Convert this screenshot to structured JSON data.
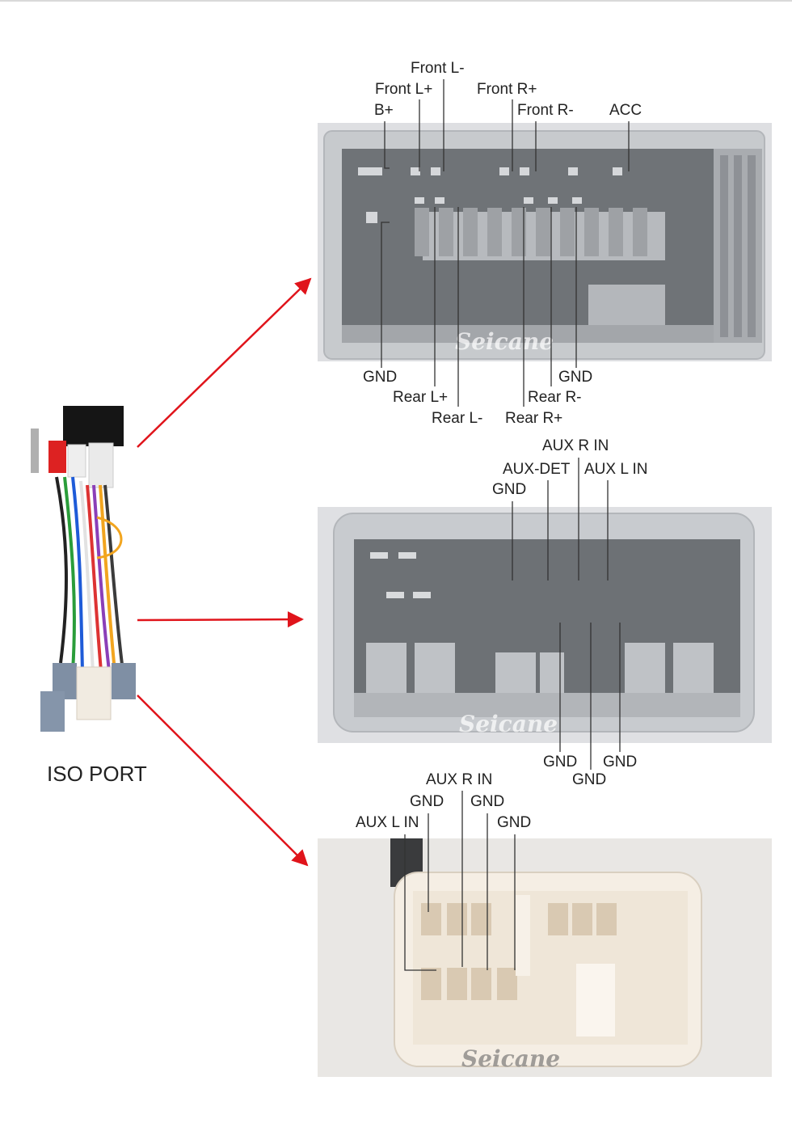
{
  "brand": {
    "watermark": "Seicane"
  },
  "iso_port": {
    "label": "ISO PORT"
  },
  "connector_1": {
    "top_labels": [
      "Front L-",
      "Front L+",
      "Front R+",
      "B+",
      "Front R-",
      "ACC"
    ],
    "bottom_labels": [
      "GND",
      "GND",
      "Rear L+",
      "Rear R-",
      "Rear L-",
      "Rear R+"
    ]
  },
  "connector_2": {
    "top_labels": [
      "AUX R IN",
      "AUX-DET",
      "AUX L IN",
      "GND"
    ],
    "bottom_labels": [
      "GND",
      "GND",
      "GND"
    ]
  },
  "connector_3": {
    "top_labels": [
      "AUX R IN",
      "GND",
      "GND",
      "AUX L IN",
      "GND"
    ]
  },
  "colors": {
    "arrow": "#e0141b",
    "leader": "#333333",
    "housing_grey": "#c9ccd0",
    "housing_white": "#f4ece1"
  }
}
